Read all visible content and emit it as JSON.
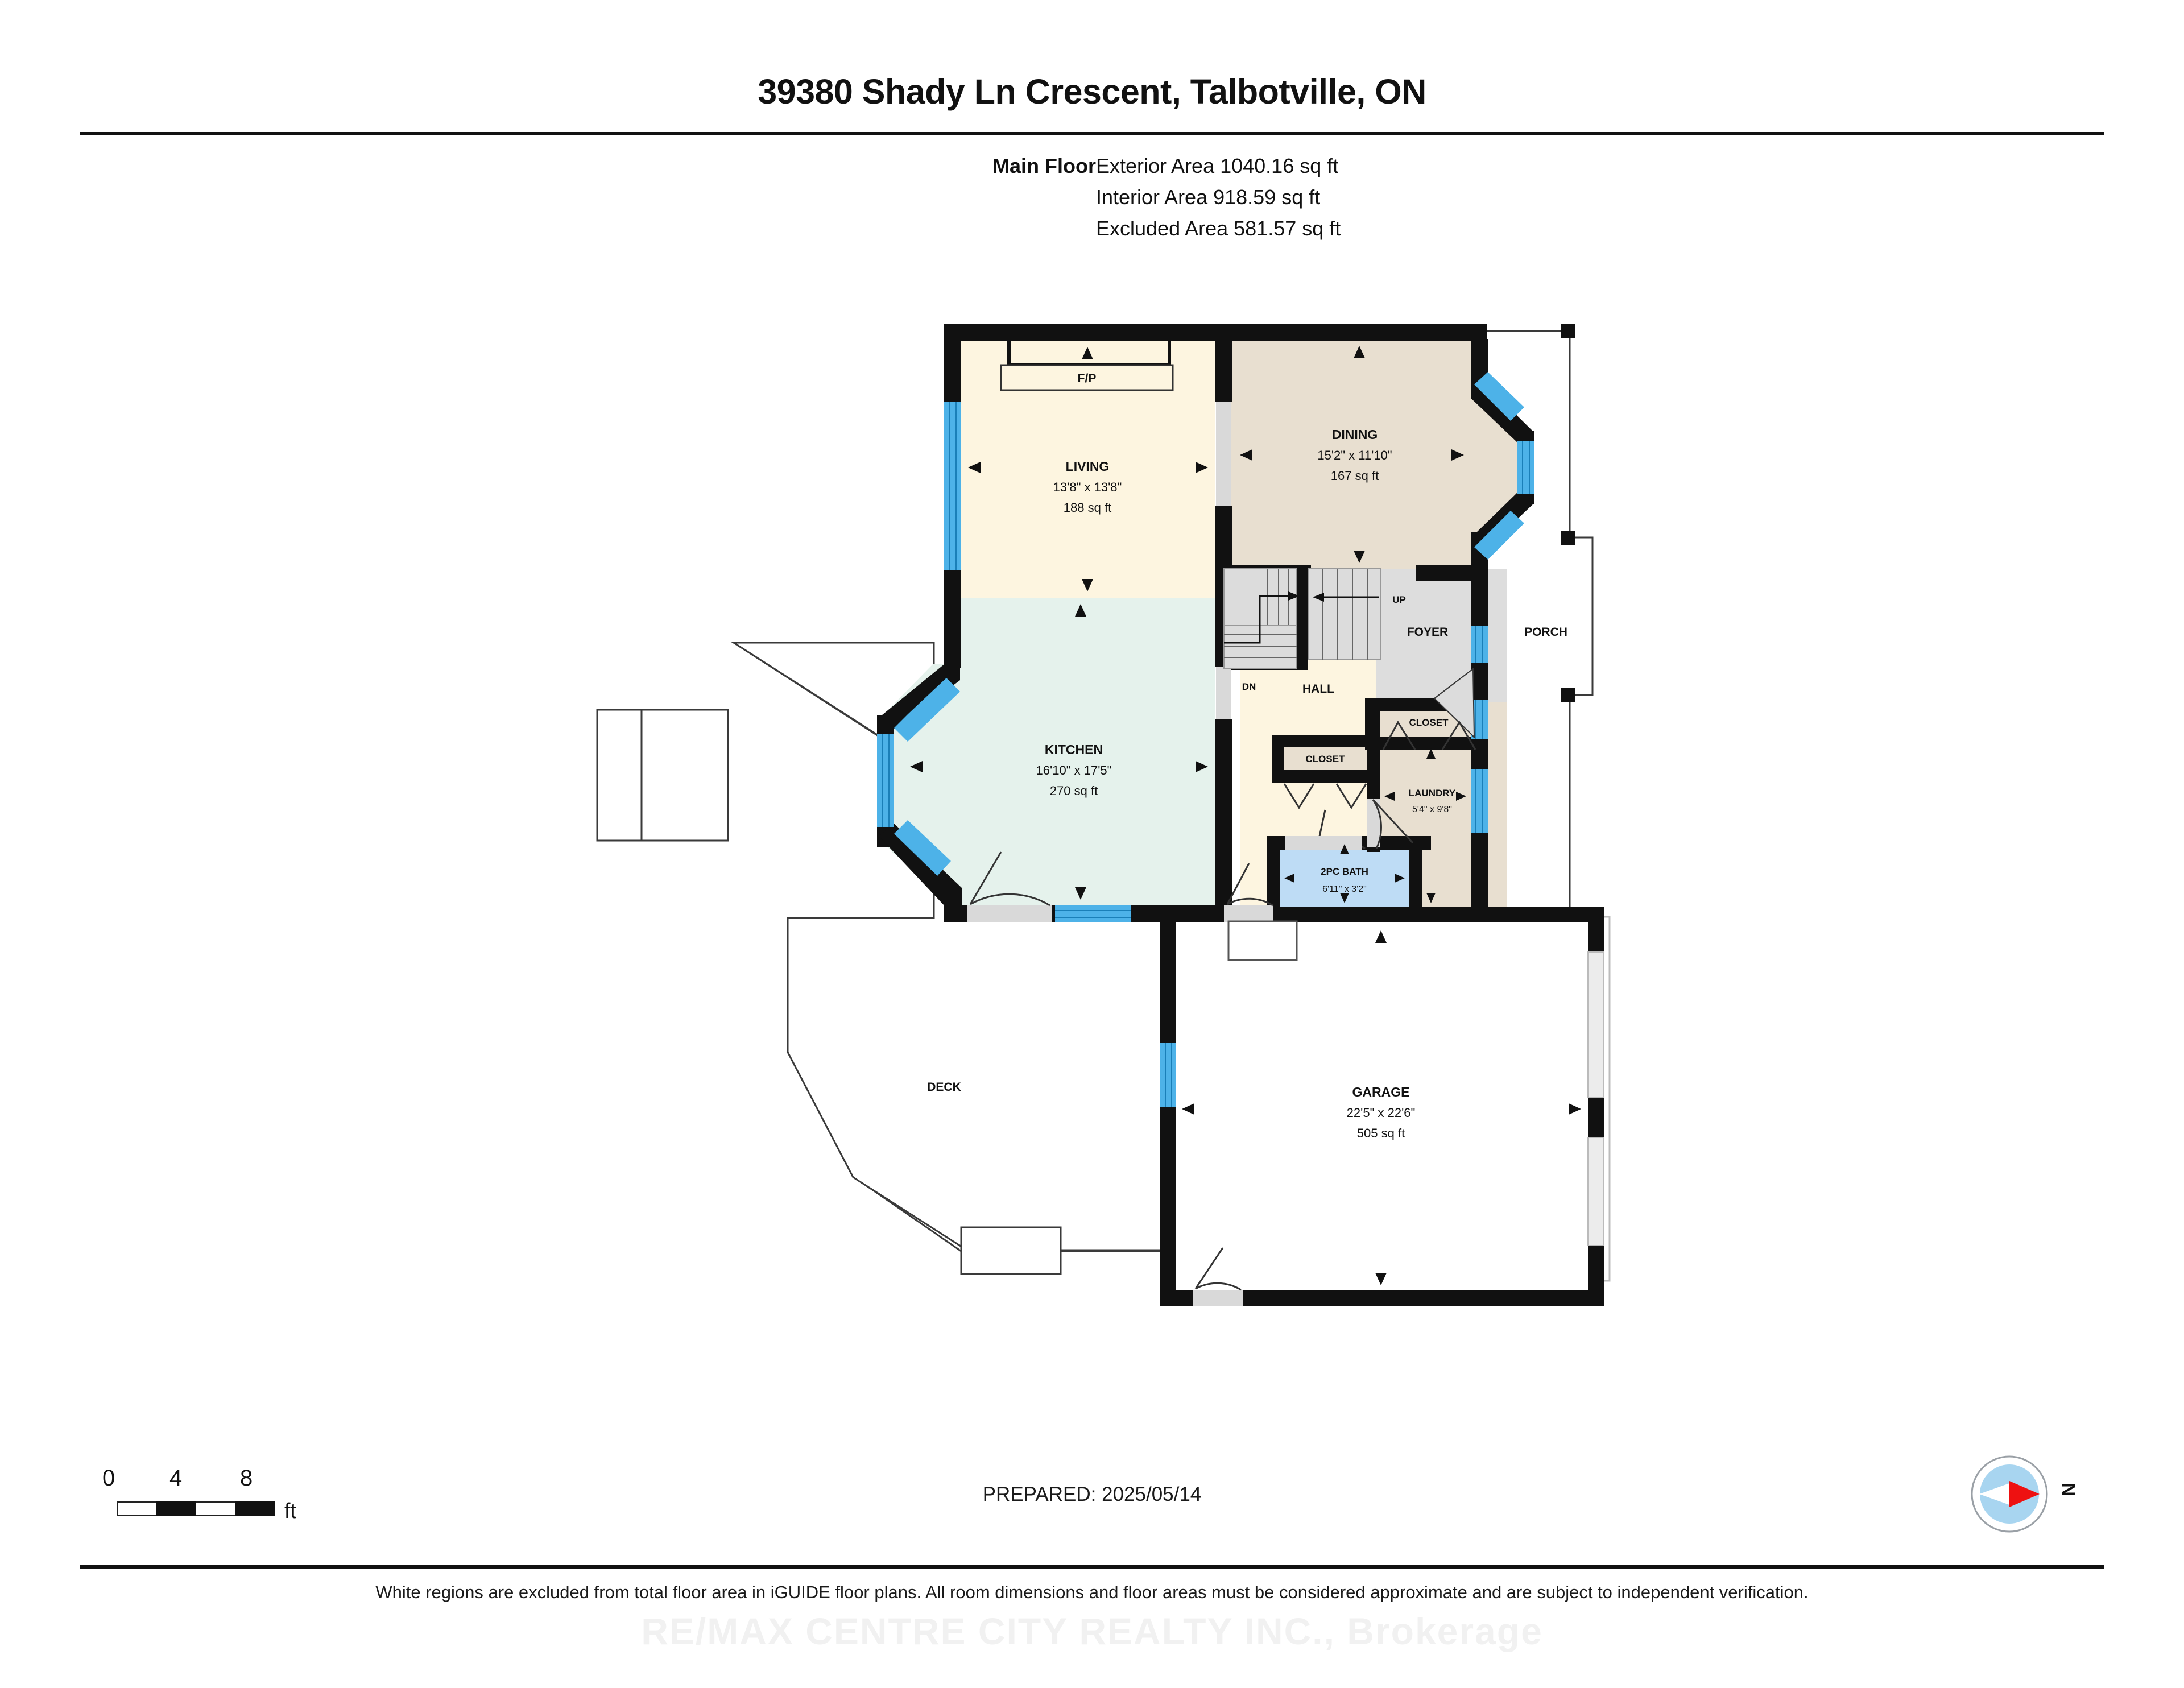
{
  "header": {
    "title": "39380 Shady Ln Crescent, Talbotville, ON",
    "floor_label": "Main Floor",
    "areas": [
      "Exterior Area 1040.16 sq ft",
      "Interior Area 918.59 sq ft",
      "Excluded Area 581.57 sq ft"
    ]
  },
  "footer": {
    "scale_ticks": [
      "0",
      "4",
      "8"
    ],
    "scale_unit": "ft",
    "prepared": "PREPARED: 2025/05/14",
    "compass_label": "N",
    "disclaimer": "White regions are excluded from total floor area in iGUIDE floor plans. All room dimensions and floor areas must be considered approximate and are subject to independent verification.",
    "watermark": "RE/MAX CENTRE CITY REALTY INC., Brokerage"
  },
  "colors": {
    "wall": "#111111",
    "window": "#4db2e8",
    "door_fill": "#d9d9d9",
    "living_fill": "#fdf5e0",
    "dining_fill": "#e8dfd0",
    "kitchen_fill": "#e5f2ec",
    "hall_fill": "#fdf5e0",
    "foyer_fill": "#dddddd",
    "closet_fill": "#e8dfd0",
    "laundry_fill": "#e8dfd0",
    "bath_fill": "#bedcf5",
    "stairs_fill": "#dcdcdc",
    "excluded_fill": "#ffffff",
    "compass_ring": "#9aa0a6",
    "compass_disc": "#a8d5f0",
    "compass_needle": "#ee1111"
  },
  "rooms": [
    {
      "key": "living",
      "name": "LIVING",
      "dims": "13'8\" x 13'8\"",
      "area": "188 sq ft"
    },
    {
      "key": "dining",
      "name": "DINING",
      "dims": "15'2\" x 11'10\"",
      "area": "167 sq ft"
    },
    {
      "key": "kitchen",
      "name": "KITCHEN",
      "dims": "16'10\" x 17'5\"",
      "area": "270 sq ft"
    },
    {
      "key": "garage",
      "name": "GARAGE",
      "dims": "22'5\" x 22'6\"",
      "area": "505 sq ft"
    },
    {
      "key": "laundry",
      "name": "LAUNDRY",
      "dims": "5'4\" x 9'8\"",
      "area": ""
    },
    {
      "key": "bath",
      "name": "2PC BATH",
      "dims": "6'11\" x 3'2\"",
      "area": ""
    }
  ],
  "labels": {
    "fireplace": "F/P",
    "foyer": "FOYER",
    "porch": "PORCH",
    "hall": "HALL",
    "deck": "DECK",
    "closet_a": "CLOSET",
    "closet_b": "CLOSET",
    "stairs_up": "UP",
    "stairs_dn": "DN"
  }
}
